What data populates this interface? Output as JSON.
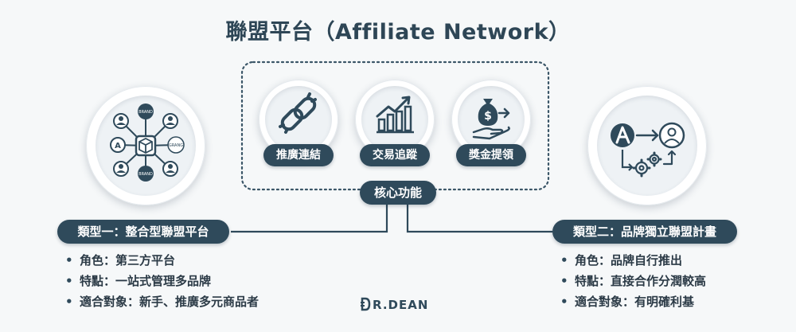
{
  "title": "聯盟平台（Affiliate Network）",
  "core": {
    "label": "核心功能",
    "features": [
      {
        "label": "推廣連結",
        "icon": "chain-link-icon"
      },
      {
        "label": "交易追蹤",
        "icon": "growth-chart-icon"
      },
      {
        "label": "獎金提領",
        "icon": "money-bag-hand-icon"
      }
    ]
  },
  "type_one": {
    "label": "類型一：整合型聯盟平台",
    "icon": "brand-network-hub-icon",
    "network_nodes": [
      "BRAND",
      "BRAND",
      "GRANG"
    ],
    "items": [
      "角色：第三方平台",
      "特點：一站式管理多品牌",
      "適合對象：新手、推廣多元商品者"
    ]
  },
  "type_two": {
    "label": "類型二：品牌獨立聯盟計畫",
    "icon": "brand-to-user-gears-icon",
    "items": [
      "角色：品牌自行推出",
      "特點：直接合作分潤較高",
      "適合對象：有明確利基"
    ]
  },
  "brand": {
    "text": "R.DEAN",
    "icon": "dr-dean-logo-icon"
  },
  "colors": {
    "primary": "#2f4a5b",
    "background": "#f6f8f9",
    "text": "#2b3a46"
  }
}
